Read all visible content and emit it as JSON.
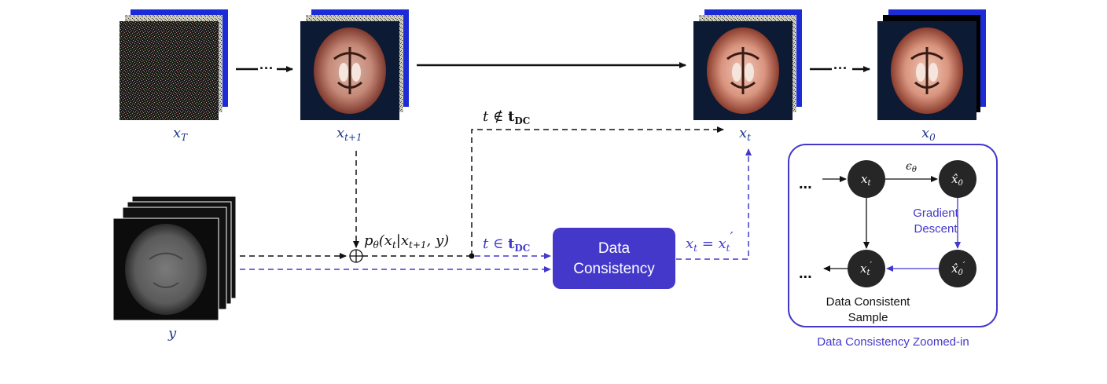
{
  "colors": {
    "accent": "#4338ca",
    "black": "#111111",
    "node_fill": "#262626",
    "node_text": "#ffffff",
    "noise_back": "#1c2bd6"
  },
  "top_row": {
    "xT": "x",
    "xT_sub": "T",
    "xt1": "x",
    "xt1_sub": "t+1",
    "xt": "x",
    "xt_sub": "t",
    "x0": "x",
    "x0_sub": "0",
    "ellipsis_left": "···",
    "ellipsis_right": "···"
  },
  "measurement": {
    "y_label": "y"
  },
  "branch": {
    "not_in_dc": "t ∉ ",
    "in_dc": "t ∈ ",
    "dc_set": "t",
    "dc_set_sub": "DC",
    "xt_label": "x",
    "xt_label_sub": "t",
    "p_theta": "p",
    "p_theta_sub": "θ",
    "p_theta_args": "(x",
    "p_theta_args_sub": "t",
    "p_theta_args_rest": "|x",
    "p_theta_args_sub2": "t+1",
    "p_theta_args_end": ", y)",
    "assign_lhs": "x",
    "assign_lhs_sub": "t",
    "assign_eq": " = x",
    "assign_rhs_sub": "t",
    "assign_rhs_prime": "′"
  },
  "dc_box": {
    "line1": "Data",
    "line2": "Consistency"
  },
  "zoom": {
    "ellipsis_top": "...",
    "ellipsis_bottom": "...",
    "node_xt": "x",
    "node_xt_sub": "t",
    "node_x0hat": "x̂",
    "node_x0hat_sub": "0",
    "node_x0hat_prime": "x̂",
    "node_x0hat_prime_sub": "0",
    "node_xtprime": "x",
    "node_xtprime_sub": "t",
    "eps": "ϵ",
    "eps_sub": "θ",
    "grad_line1": "Gradient",
    "grad_line2": "Descent",
    "caption_line1": "Data Consistent",
    "caption_line2": "Sample",
    "title": "Data Consistency Zoomed-in"
  }
}
